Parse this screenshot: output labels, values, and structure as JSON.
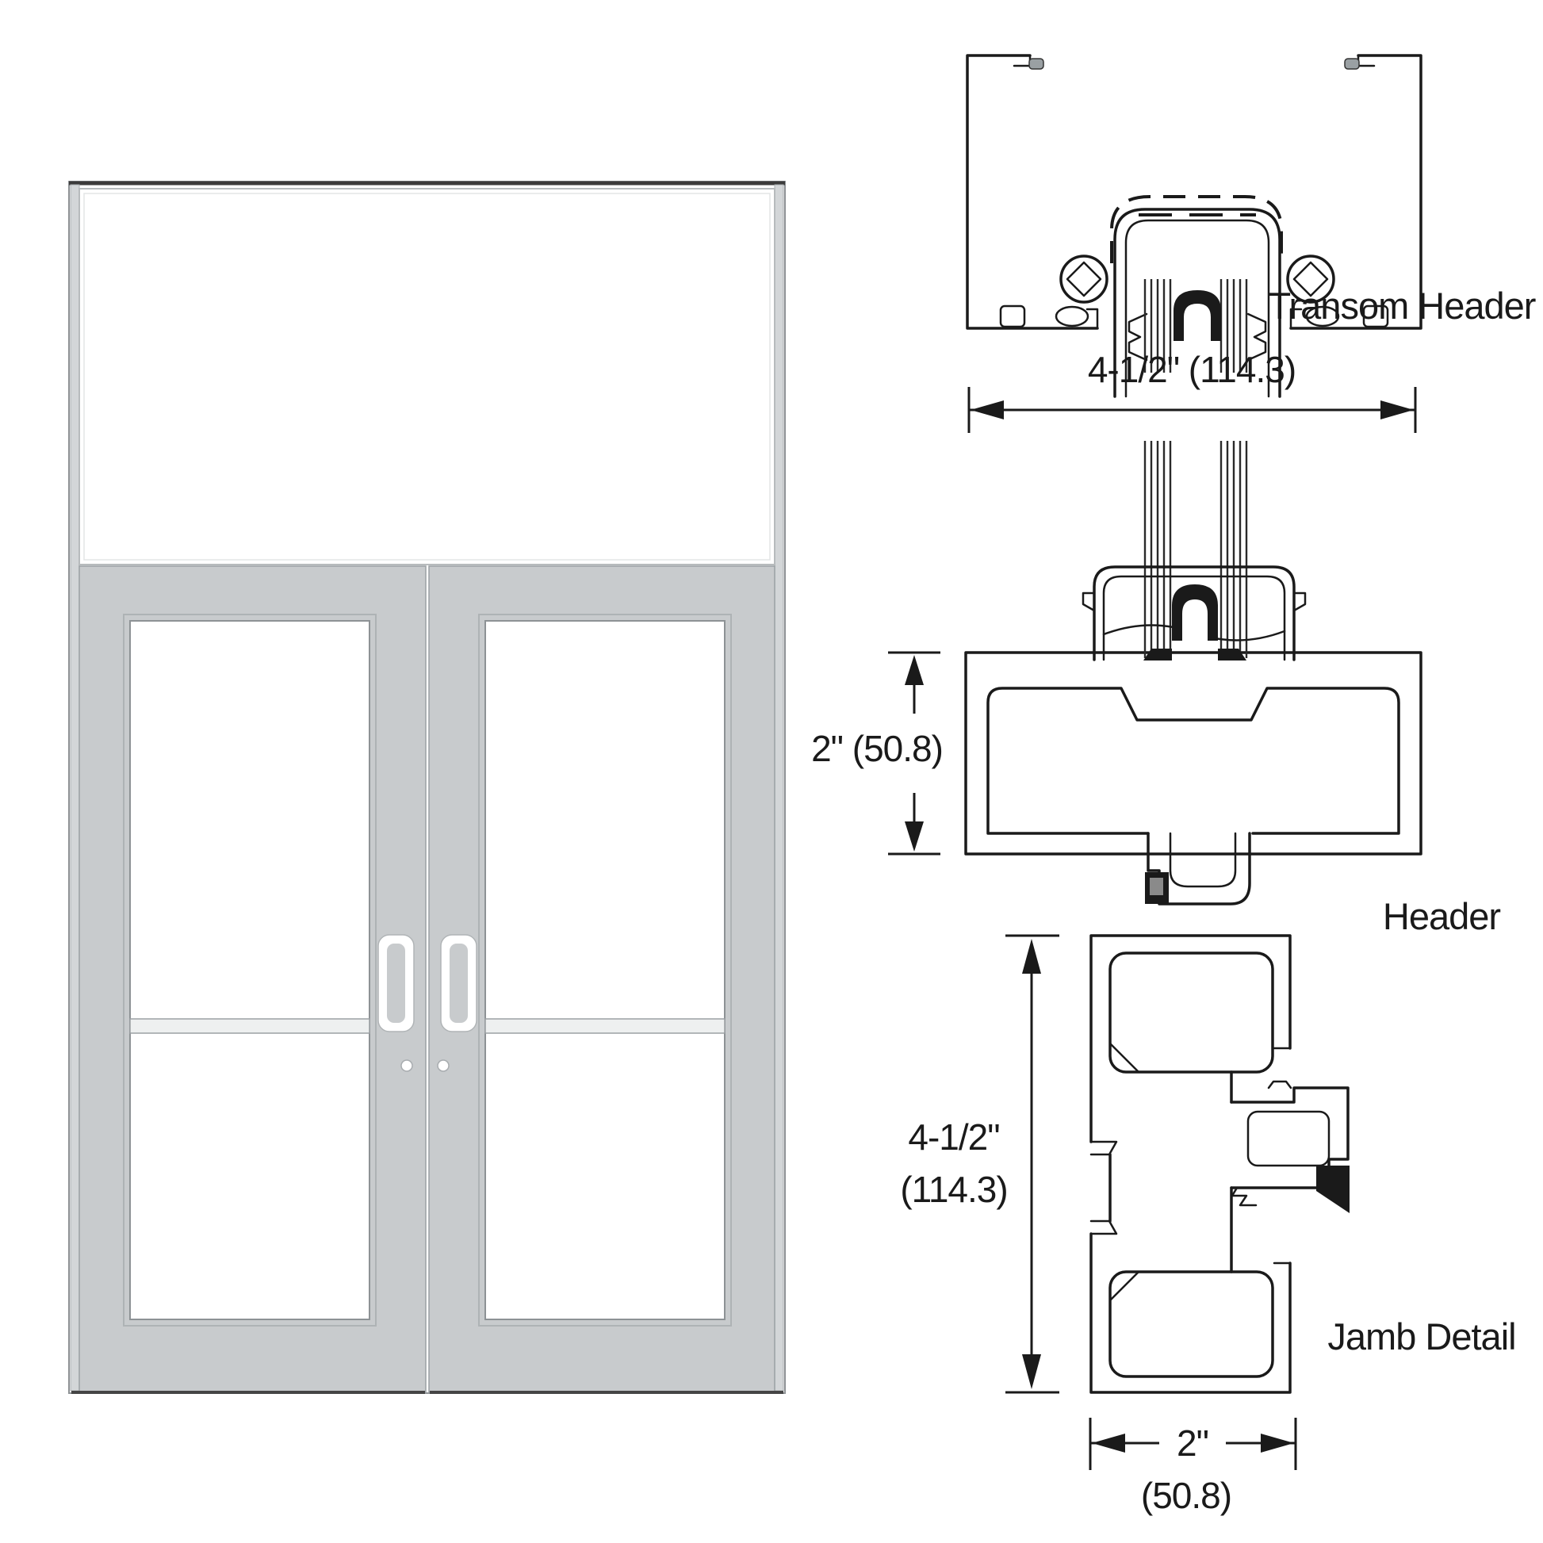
{
  "details": {
    "transom_header": {
      "label": "Transom Header"
    },
    "header": {
      "label": "Header",
      "depth_dim": "2\" (50.8)"
    },
    "overall": {
      "width_dim": "4-1/2\" (114.3)"
    },
    "jamb": {
      "label": "Jamb Detail",
      "height_in": "4-1/2\"",
      "height_mm": "(114.3)",
      "width_in": "2\"",
      "width_mm": "(50.8)"
    }
  },
  "colors": {
    "ink": "#1a1a1a",
    "frame_gray": "#c8cbcd",
    "frame_light": "#d3d6d8",
    "frame_line": "#8f9396",
    "bevel_line": "#aeb3b5",
    "midrail_fill": "#eef0f0",
    "glass_white": "#ffffff",
    "dark_edge": "#3b3b3b"
  }
}
